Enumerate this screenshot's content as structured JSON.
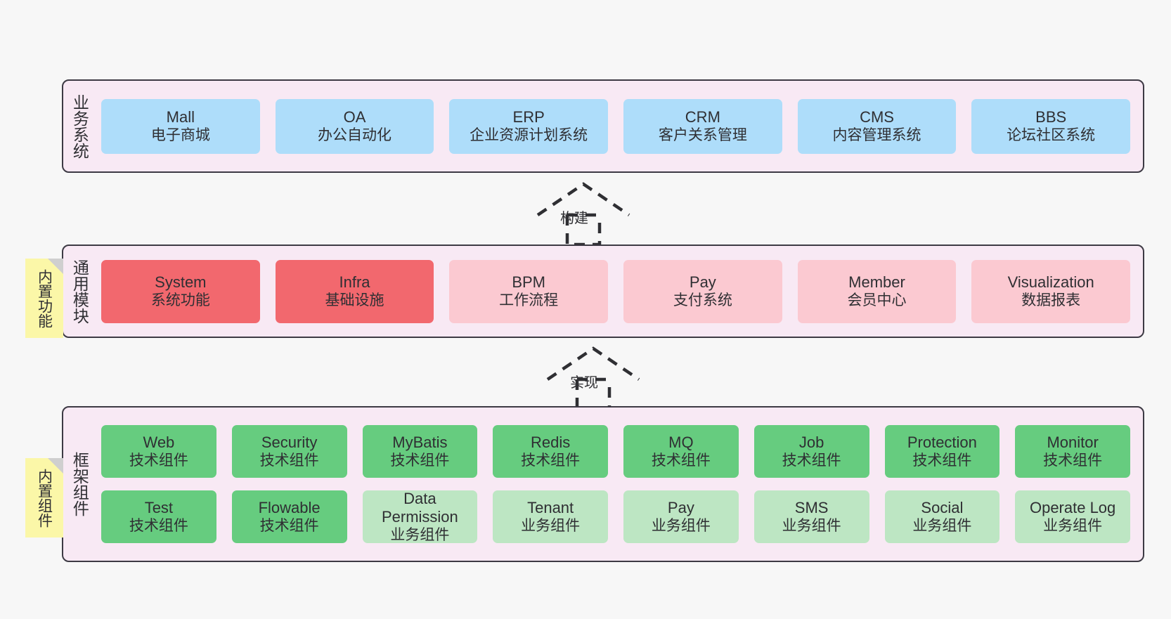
{
  "diagram": {
    "background_color": "#f7f7f7",
    "container_color": "#f8e9f4",
    "border_color": "#3d3a44"
  },
  "layers": [
    {
      "id": "business-systems",
      "title": "业务系统",
      "note": null,
      "rows": [
        {
          "cards": [
            {
              "en": "Mall",
              "cn": "电子商城",
              "color": "blue"
            },
            {
              "en": "OA",
              "cn": "办公自动化",
              "color": "blue"
            },
            {
              "en": "ERP",
              "cn": "企业资源计划系统",
              "color": "blue"
            },
            {
              "en": "CRM",
              "cn": "客户关系管理",
              "color": "blue"
            },
            {
              "en": "CMS",
              "cn": "内容管理系统",
              "color": "blue"
            },
            {
              "en": "BBS",
              "cn": "论坛社区系统",
              "color": "blue"
            }
          ]
        }
      ]
    },
    {
      "id": "common-modules",
      "title": "通用模块",
      "note": "内置功能",
      "rows": [
        {
          "cards": [
            {
              "en": "System",
              "cn": "系统功能",
              "color": "red"
            },
            {
              "en": "Infra",
              "cn": "基础设施",
              "color": "red"
            },
            {
              "en": "BPM",
              "cn": "工作流程",
              "color": "pink"
            },
            {
              "en": "Pay",
              "cn": "支付系统",
              "color": "pink"
            },
            {
              "en": "Member",
              "cn": "会员中心",
              "color": "pink"
            },
            {
              "en": "Visualization",
              "cn": "数据报表",
              "color": "pink"
            }
          ]
        }
      ]
    },
    {
      "id": "framework-components",
      "title": "框架组件",
      "note": "内置组件",
      "rows": [
        {
          "cards": [
            {
              "en": "Web",
              "cn": "技术组件",
              "color": "green"
            },
            {
              "en": "Security",
              "cn": "技术组件",
              "color": "green"
            },
            {
              "en": "MyBatis",
              "cn": "技术组件",
              "color": "green"
            },
            {
              "en": "Redis",
              "cn": "技术组件",
              "color": "green"
            },
            {
              "en": "MQ",
              "cn": "技术组件",
              "color": "green"
            },
            {
              "en": "Job",
              "cn": "技术组件",
              "color": "green"
            },
            {
              "en": "Protection",
              "cn": "技术组件",
              "color": "green"
            },
            {
              "en": "Monitor",
              "cn": "技术组件",
              "color": "green"
            }
          ]
        },
        {
          "cards": [
            {
              "en": "Test",
              "cn": "技术组件",
              "color": "green"
            },
            {
              "en": "Flowable",
              "cn": "技术组件",
              "color": "green"
            },
            {
              "en": "Data Permission",
              "cn": "业务组件",
              "color": "lgreen"
            },
            {
              "en": "Tenant",
              "cn": "业务组件",
              "color": "lgreen"
            },
            {
              "en": "Pay",
              "cn": "业务组件",
              "color": "lgreen"
            },
            {
              "en": "SMS",
              "cn": "业务组件",
              "color": "lgreen"
            },
            {
              "en": "Social",
              "cn": "业务组件",
              "color": "lgreen"
            },
            {
              "en": "Operate Log",
              "cn": "业务组件",
              "color": "lgreen"
            }
          ]
        }
      ]
    }
  ],
  "arrows": [
    {
      "id": "build-arrow",
      "label": "构建"
    },
    {
      "id": "implement-arrow",
      "label": "实现"
    }
  ]
}
